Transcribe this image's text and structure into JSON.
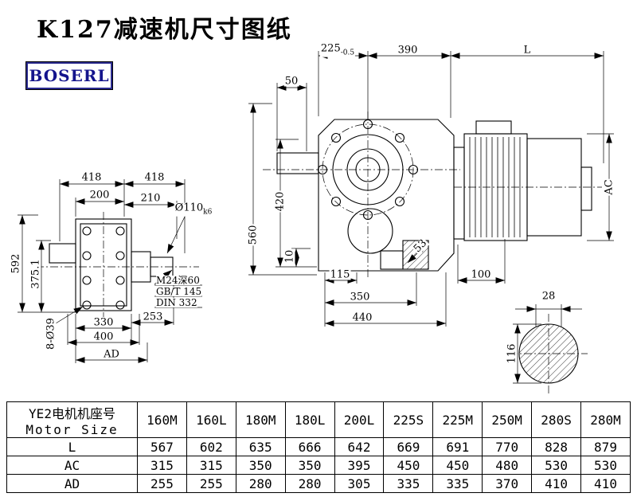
{
  "page": {
    "title": "K127减速机尺寸图纸",
    "brand": "BOSERL"
  },
  "drawing": {
    "side_view": {
      "dim_418_left": "418",
      "dim_418_right": "418",
      "dim_200": "200",
      "dim_210": "210",
      "dim_shaft_dia": "Ø110",
      "dim_shaft_fit": "k6",
      "dim_592": "592",
      "dim_375_1": "375.1",
      "dim_8_holes": "8-Ø39",
      "dim_330": "330",
      "dim_253": "253",
      "dim_400": "400",
      "dim_AD": "AD",
      "note_tap": "M24深60",
      "note_std1": "GB/T 145",
      "note_std2": "DIN 332"
    },
    "front_view": {
      "dim_225": "225",
      "dim_225_tol": "-0.5",
      "dim_390": "390",
      "dim_L": "L",
      "dim_50": "50",
      "dim_560": "560",
      "dim_420": "420",
      "dim_10": "10",
      "dim_AC": "AC",
      "dim_115": "115",
      "dim_53": "53",
      "dim_100": "100",
      "dim_350": "350",
      "dim_440": "440"
    },
    "shaft_view": {
      "dim_28": "28",
      "dim_116": "116"
    }
  },
  "table": {
    "header": {
      "label_cn": "YE2电机机座号",
      "label_en": "Motor Size",
      "columns": [
        "160M",
        "160L",
        "180M",
        "180L",
        "200L",
        "225S",
        "225M",
        "250M",
        "280S",
        "280M"
      ]
    },
    "rows": [
      {
        "label": "L",
        "values": [
          "567",
          "602",
          "635",
          "666",
          "642",
          "669",
          "691",
          "770",
          "828",
          "879"
        ]
      },
      {
        "label": "AC",
        "values": [
          "315",
          "315",
          "350",
          "350",
          "395",
          "450",
          "450",
          "480",
          "530",
          "530"
        ]
      },
      {
        "label": "AD",
        "values": [
          "255",
          "255",
          "280",
          "280",
          "305",
          "335",
          "335",
          "370",
          "410",
          "410"
        ]
      }
    ]
  }
}
